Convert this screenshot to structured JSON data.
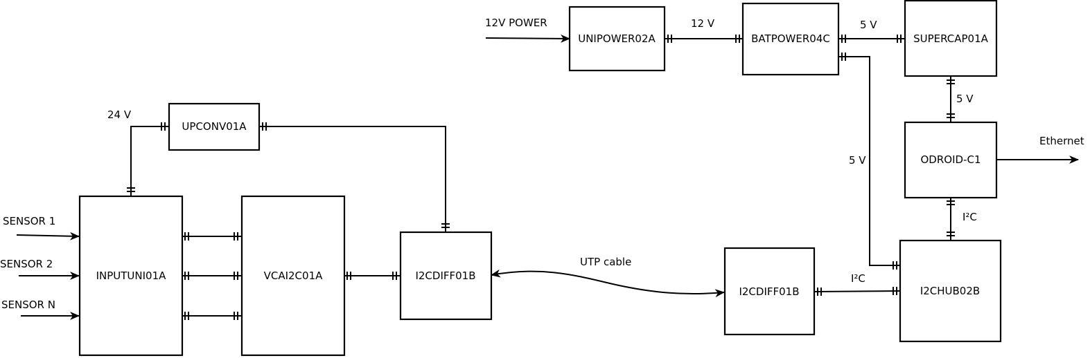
{
  "diagram": {
    "type": "block-diagram",
    "colors": {
      "stroke": "#000000",
      "background": "#ffffff"
    },
    "blocks": {
      "inputuni": "INPUTUNI01A",
      "vcai2c": "VCAI2C01A",
      "i2cdiff_left": "I2CDIFF01B",
      "upconv": "UPCONV01A",
      "unipower": "UNIPOWER02A",
      "batpower": "BATPOWER04C",
      "supercap": "SUPERCAP01A",
      "odroid": "ODROID-C1",
      "i2cdiff_right": "I2CDIFF01B",
      "i2chub": "I2CHUB02B"
    },
    "labels": {
      "sensor1": "SENSOR 1",
      "sensor2": "SENSOR 2",
      "sensorN": "SENSOR N",
      "v24": "24 V",
      "power_in": "12V POWER",
      "v12": "12 V",
      "v5_bat_cap": "5 V",
      "v5_cap_odroid": "5 V",
      "v5_bat_hub": "5 V",
      "ethernet": "Ethernet",
      "i2c_odroid_hub": "I²C",
      "i2c_diff_hub": "I²C",
      "utp": "UTP cable"
    },
    "connections": [
      {
        "from": "SENSOR 1",
        "to": "INPUTUNI01A"
      },
      {
        "from": "SENSOR 2",
        "to": "INPUTUNI01A"
      },
      {
        "from": "SENSOR N",
        "to": "INPUTUNI01A"
      },
      {
        "from": "INPUTUNI01A",
        "to": "VCAI2C01A",
        "count": 3
      },
      {
        "from": "VCAI2C01A",
        "to": "I2CDIFF01B"
      },
      {
        "from": "UPCONV01A",
        "to": "INPUTUNI01A",
        "label": "24 V"
      },
      {
        "from": "UPCONV01A",
        "to": "I2CDIFF01B"
      },
      {
        "from": "12V POWER",
        "to": "UNIPOWER02A"
      },
      {
        "from": "UNIPOWER02A",
        "to": "BATPOWER04C",
        "label": "12 V"
      },
      {
        "from": "BATPOWER04C",
        "to": "SUPERCAP01A",
        "label": "5 V"
      },
      {
        "from": "SUPERCAP01A",
        "to": "ODROID-C1",
        "label": "5 V"
      },
      {
        "from": "BATPOWER04C",
        "to": "I2CHUB02B",
        "label": "5 V"
      },
      {
        "from": "ODROID-C1",
        "to": "Ethernet"
      },
      {
        "from": "ODROID-C1",
        "to": "I2CHUB02B",
        "label": "I²C"
      },
      {
        "from": "I2CDIFF01B",
        "to": "I2CHUB02B",
        "label": "I²C"
      },
      {
        "from": "I2CDIFF01B",
        "to": "I2CDIFF01B",
        "label": "UTP cable",
        "bidirectional": true
      }
    ]
  }
}
